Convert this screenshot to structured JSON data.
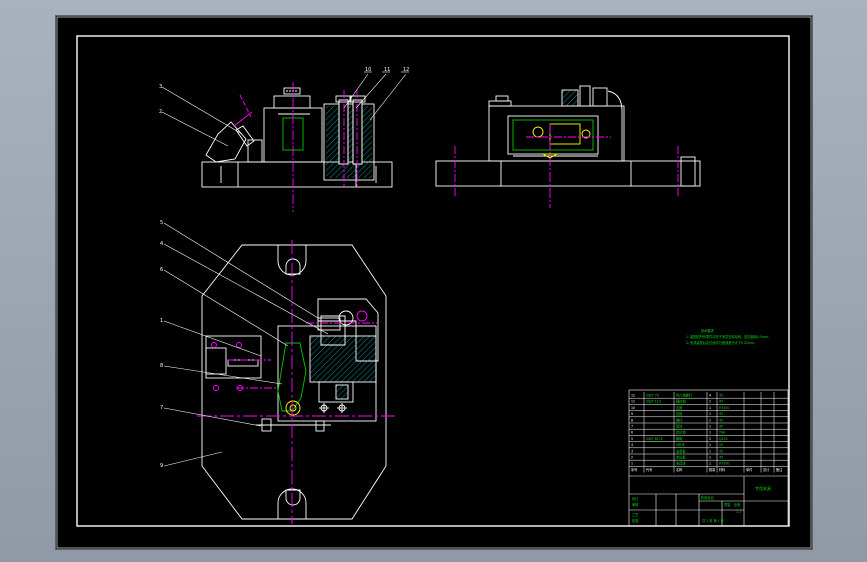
{
  "balloons": {
    "front_view": [
      "3",
      "2",
      "10",
      "11",
      "12"
    ],
    "plan_view": [
      "5",
      "4",
      "6",
      "1",
      "8",
      "7",
      "9"
    ]
  },
  "notes": {
    "heading": "技术要求",
    "line1": "1. 装配前所有零件清洗干净并去除毛刺，锐边倒钝0.5mm。",
    "line2": "2. 夹具装配后定位面平行度误差不大于0.02mm。"
  },
  "title_block": {
    "column_headers": [
      "序号",
      "代号",
      "名称",
      "数量",
      "材料",
      "单件",
      "总计",
      "备注"
    ],
    "parts": [
      {
        "no": "12",
        "code": "GB/T 70",
        "name": "内六角螺钉",
        "qty": "4",
        "material": "35"
      },
      {
        "no": "11",
        "code": "GB/T 119",
        "name": "圆柱销",
        "qty": "2",
        "material": "45"
      },
      {
        "no": "10",
        "code": "",
        "name": "支座",
        "qty": "1",
        "material": "HT200"
      },
      {
        "no": "9",
        "code": "",
        "name": "压板",
        "qty": "1",
        "material": "45"
      },
      {
        "no": "8",
        "code": "",
        "name": "螺杆",
        "qty": "1",
        "material": "45"
      },
      {
        "no": "7",
        "code": "",
        "name": "垫块",
        "qty": "1",
        "material": "45"
      },
      {
        "no": "6",
        "code": "",
        "name": "定位销",
        "qty": "1",
        "material": "T8A"
      },
      {
        "no": "5",
        "code": "GB/T 6170",
        "name": "螺母",
        "qty": "2",
        "material": "Q235"
      },
      {
        "no": "4",
        "code": "",
        "name": "V形块",
        "qty": "1",
        "material": "20"
      },
      {
        "no": "3",
        "code": "",
        "name": "支承板",
        "qty": "1",
        "material": "45"
      },
      {
        "no": "2",
        "code": "",
        "name": "定位板",
        "qty": "1",
        "material": "45"
      },
      {
        "no": "1",
        "code": "",
        "name": "夹具体",
        "qty": "1",
        "material": "HT200"
      }
    ],
    "drawing_title": "专用夹具",
    "sign_rows": [
      "设计",
      "审核",
      "工艺",
      "批准"
    ],
    "scale_labels": [
      "阶段标记",
      "重量",
      "比例"
    ],
    "scale_value": "1:1",
    "sheet": "共 1 张 第 1 张"
  }
}
